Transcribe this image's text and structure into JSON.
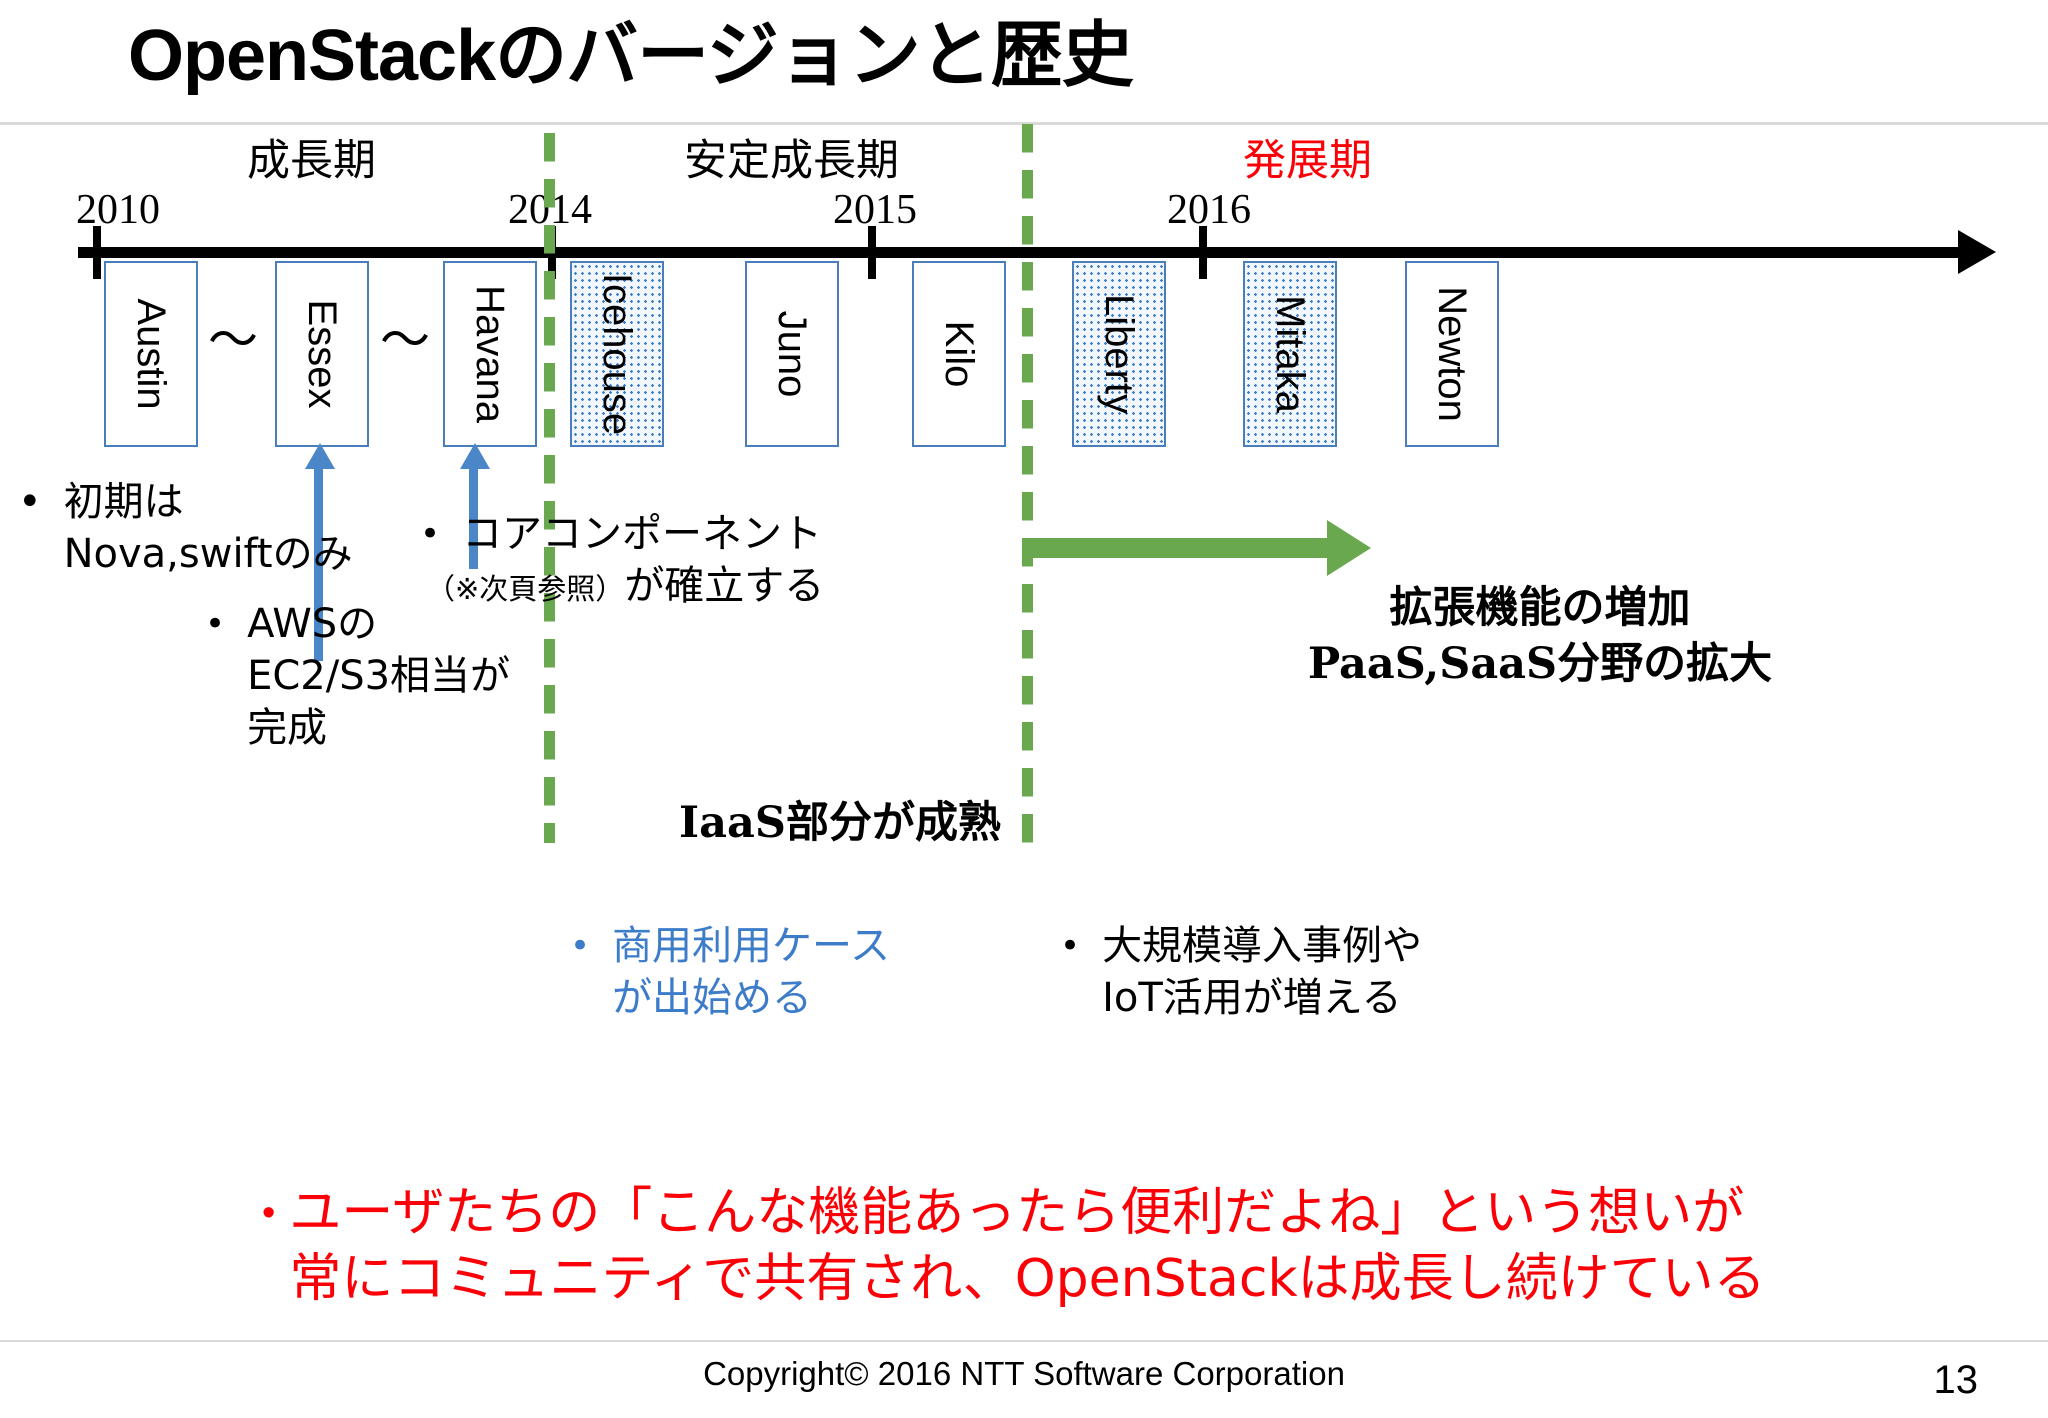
{
  "slide": {
    "title": "OpenStackのバージョンと歴史",
    "page_number": "13",
    "copyright": "Copyright© 2016 NTT Software Corporation"
  },
  "timeline": {
    "eras": [
      {
        "label": "成長期",
        "color": "#000000"
      },
      {
        "label": "安定成長期",
        "color": "#000000"
      },
      {
        "label": "発展期",
        "color": "#fb0007"
      }
    ],
    "years": [
      "2010",
      "2014",
      "2015",
      "2016"
    ],
    "separator_tilde": "～",
    "releases": [
      {
        "name": "Austin",
        "highlight": false
      },
      {
        "name": "Essex",
        "highlight": false
      },
      {
        "name": "Havana",
        "highlight": false
      },
      {
        "name": "Icehouse",
        "highlight": true
      },
      {
        "name": "Juno",
        "highlight": false
      },
      {
        "name": "Kilo",
        "highlight": false
      },
      {
        "name": "Liberty",
        "highlight": true
      },
      {
        "name": "Mitaka",
        "highlight": true
      },
      {
        "name": "Newton",
        "highlight": false
      }
    ]
  },
  "annotations": {
    "early": "初期は\nNova,swiftのみ",
    "aws": "AWSの\nEC2/S3相当が\n完成",
    "core_line1": "コアコンポーネント",
    "core_note": "（※次頁参照）",
    "core_line2": "が確立する",
    "iaas_mature": "IaaS部分が成熟",
    "commercial": "商用利用ケース\nが出始める",
    "expansion": "拡張機能の増加\nPaaS,SaaS分野の拡大",
    "largescale": "大規模導入事例や\nIoT活用が増える"
  },
  "summary": {
    "text": "ユーザたちの「こんな機能あったら便利だよね」という想いが\n常にコミュニティで共有され、OpenStackは成長し続けている"
  },
  "colors": {
    "box_border": "#4a7ebb",
    "divider_green": "#6aa84f",
    "arrow_blue": "#4a86c8",
    "accent_red": "#fb0007",
    "text_blue": "#3d7cc9"
  }
}
